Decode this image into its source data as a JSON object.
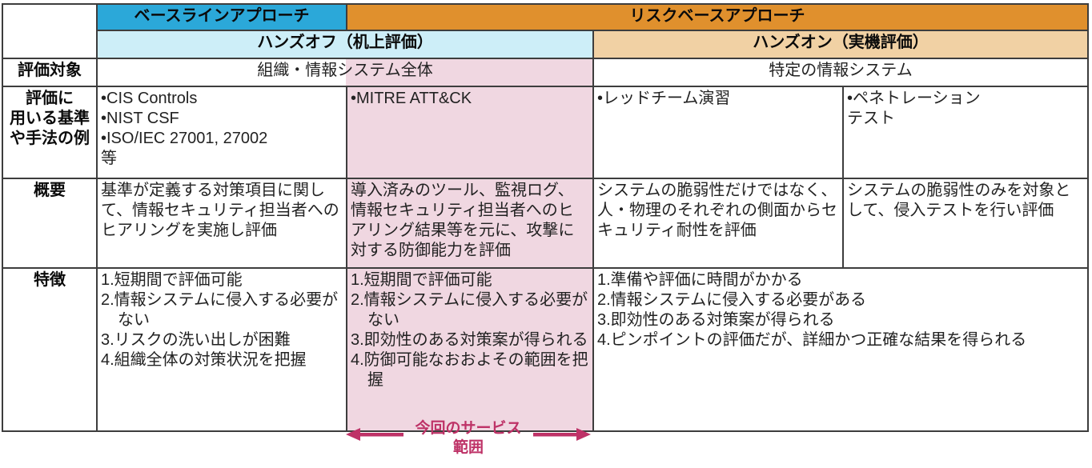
{
  "colors": {
    "baseline_header": "#2BA8D9",
    "riskbased_header": "#E0902D",
    "handsoff_band": "#CDEEF8",
    "handson_band": "#F1D1A4",
    "service_scope_highlight": "#F0D7E1",
    "annotation_accent": "#BE3267",
    "border": "#3d3d3d"
  },
  "table": {
    "header": {
      "baseline": "ベースラインアプローチ",
      "riskbased": "リスクベースアプローチ",
      "handsoff": "ハンズオフ（机上評価）",
      "handson": "ハンズオン（実機評価）"
    },
    "rows": {
      "target": {
        "label": "評価対象",
        "left": "組織・情報システム全体",
        "right": "特定の情報システム"
      },
      "standards": {
        "label": "評価に\n用いる基準\nや手法の例",
        "baseline": "•CIS Controls\n•NIST CSF\n•ISO/IEC 27001, 27002\n等",
        "mitre": "•MITRE ATT&CK",
        "redteam": "•レッドチーム演習",
        "pentest": "•ペネトレーション\nテスト"
      },
      "overview": {
        "label": "概要",
        "baseline": "基準が定義する対策項目に関して、情報セキュリティ担当者へのヒアリングを実施し評価",
        "mitre": "導入済みのツール、監視ログ、情報セキュリティ担当者へのヒアリング結果等を元に、攻撃に対する防御能力を評価",
        "redteam": "システムの脆弱性だけではなく、人・物理のそれぞれの側面からセキュリティ耐性を評価",
        "pentest": "システムの脆弱性のみを対象として、侵入テストを行い評価"
      },
      "features": {
        "label": "特徴",
        "baseline": [
          "1.短期間で評価可能",
          "2.情報システムに侵入する必要がない",
          "3.リスクの洗い出しが困難",
          "4.組織全体の対策状況を把握"
        ],
        "mitre": [
          "1.短期間で評価可能",
          "2.情報システムに侵入する必要がない",
          "3.即効性のある対策案が得られる",
          "4.防御可能なおおよその範囲を把握"
        ],
        "right": [
          "1.準備や評価に時間がかかる",
          "2.情報システムに侵入する必要がある",
          "3.即効性のある対策案が得られる",
          "4.ピンポイントの評価だが、詳細かつ正確な結果を得られる"
        ]
      }
    }
  },
  "annotation": {
    "line1": "今回のサービス",
    "line2": "範囲"
  }
}
